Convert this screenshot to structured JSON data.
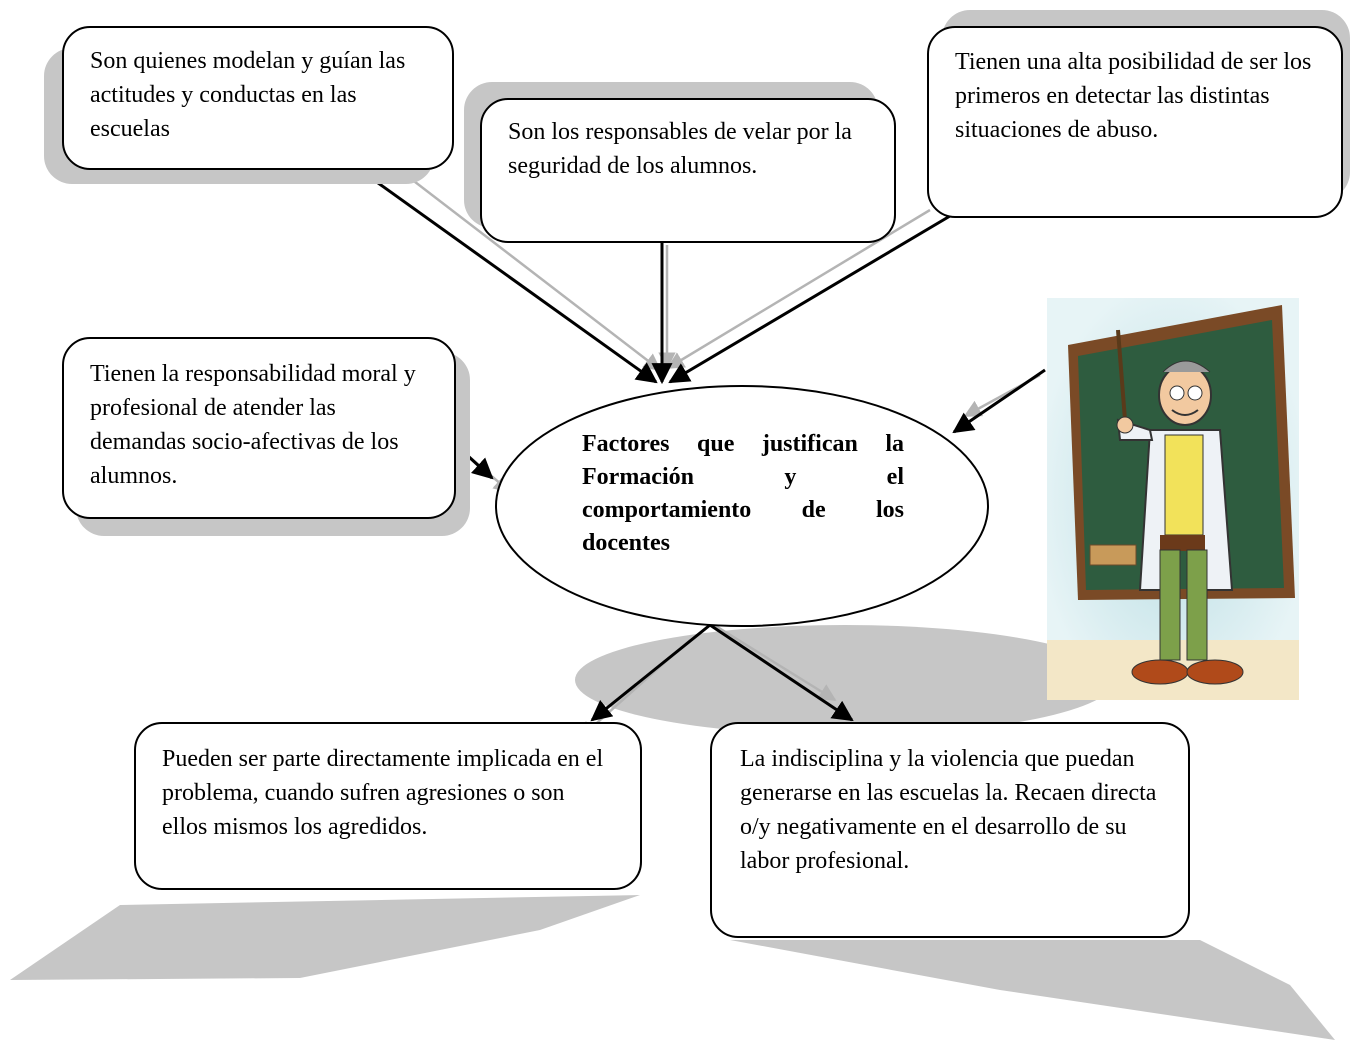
{
  "center": {
    "title": "Factores que justifican la Formación y el comportamiento de los docentes"
  },
  "boxes": {
    "top_left": "Son quienes modelan y guían las actitudes  y conductas en las escuelas",
    "top_middle": "Son los responsables de velar por la seguridad de los alumnos.",
    "top_right": "Tienen una alta posibilidad de ser los primeros en detectar las distintas situaciones de abuso.",
    "middle_left": "Tienen la responsabilidad moral y profesional de atender las demandas socio-afectivas de los alumnos.",
    "bottom_left": "Pueden ser parte directamente implicada en el problema, cuando sufren agresiones o son ellos mismos los agredidos.",
    "bottom_right": "La indisciplina y la violencia que puedan generarse en las escuelas la. Recaen directa o/y negativamente en el desarrollo de su labor profesional."
  },
  "illustration": {
    "icon": "teacher-at-chalkboard-icon"
  },
  "colors": {
    "shadow": "#c6c6c6",
    "arrow": "#000000",
    "arrow_shadow": "#b4b4b4",
    "board_green": "#2e5c3f",
    "board_frame": "#7a4a26"
  }
}
